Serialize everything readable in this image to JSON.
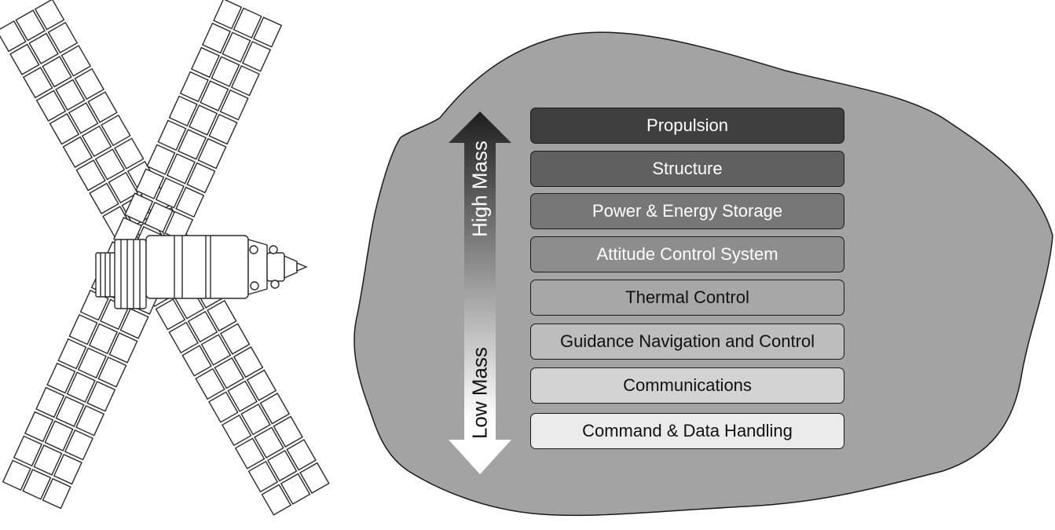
{
  "axis": {
    "high_label": "High Mass",
    "low_label": "Low Mass"
  },
  "subsystems": [
    {
      "label": "Propulsion",
      "fill": "#3f3f3f",
      "text": "#ffffff"
    },
    {
      "label": "Structure",
      "fill": "#606060",
      "text": "#ffffff"
    },
    {
      "label": "Power & Energy Storage",
      "fill": "#777777",
      "text": "#ffffff"
    },
    {
      "label": "Attitude Control System",
      "fill": "#8d8d8d",
      "text": "#ffffff"
    },
    {
      "label": "Thermal Control",
      "fill": "#a7a7a7",
      "text": "#111111"
    },
    {
      "label": "Guidance Navigation and Control",
      "fill": "#bdbdbd",
      "text": "#111111"
    },
    {
      "label": "Communications",
      "fill": "#d3d3d3",
      "text": "#111111"
    },
    {
      "label": "Command & Data Handling",
      "fill": "#ebebeb",
      "text": "#111111"
    }
  ],
  "colors": {
    "blob_fill": "#a3a3a3",
    "arrow_top": "#1e1e1e",
    "arrow_bottom": "#ffffff"
  }
}
